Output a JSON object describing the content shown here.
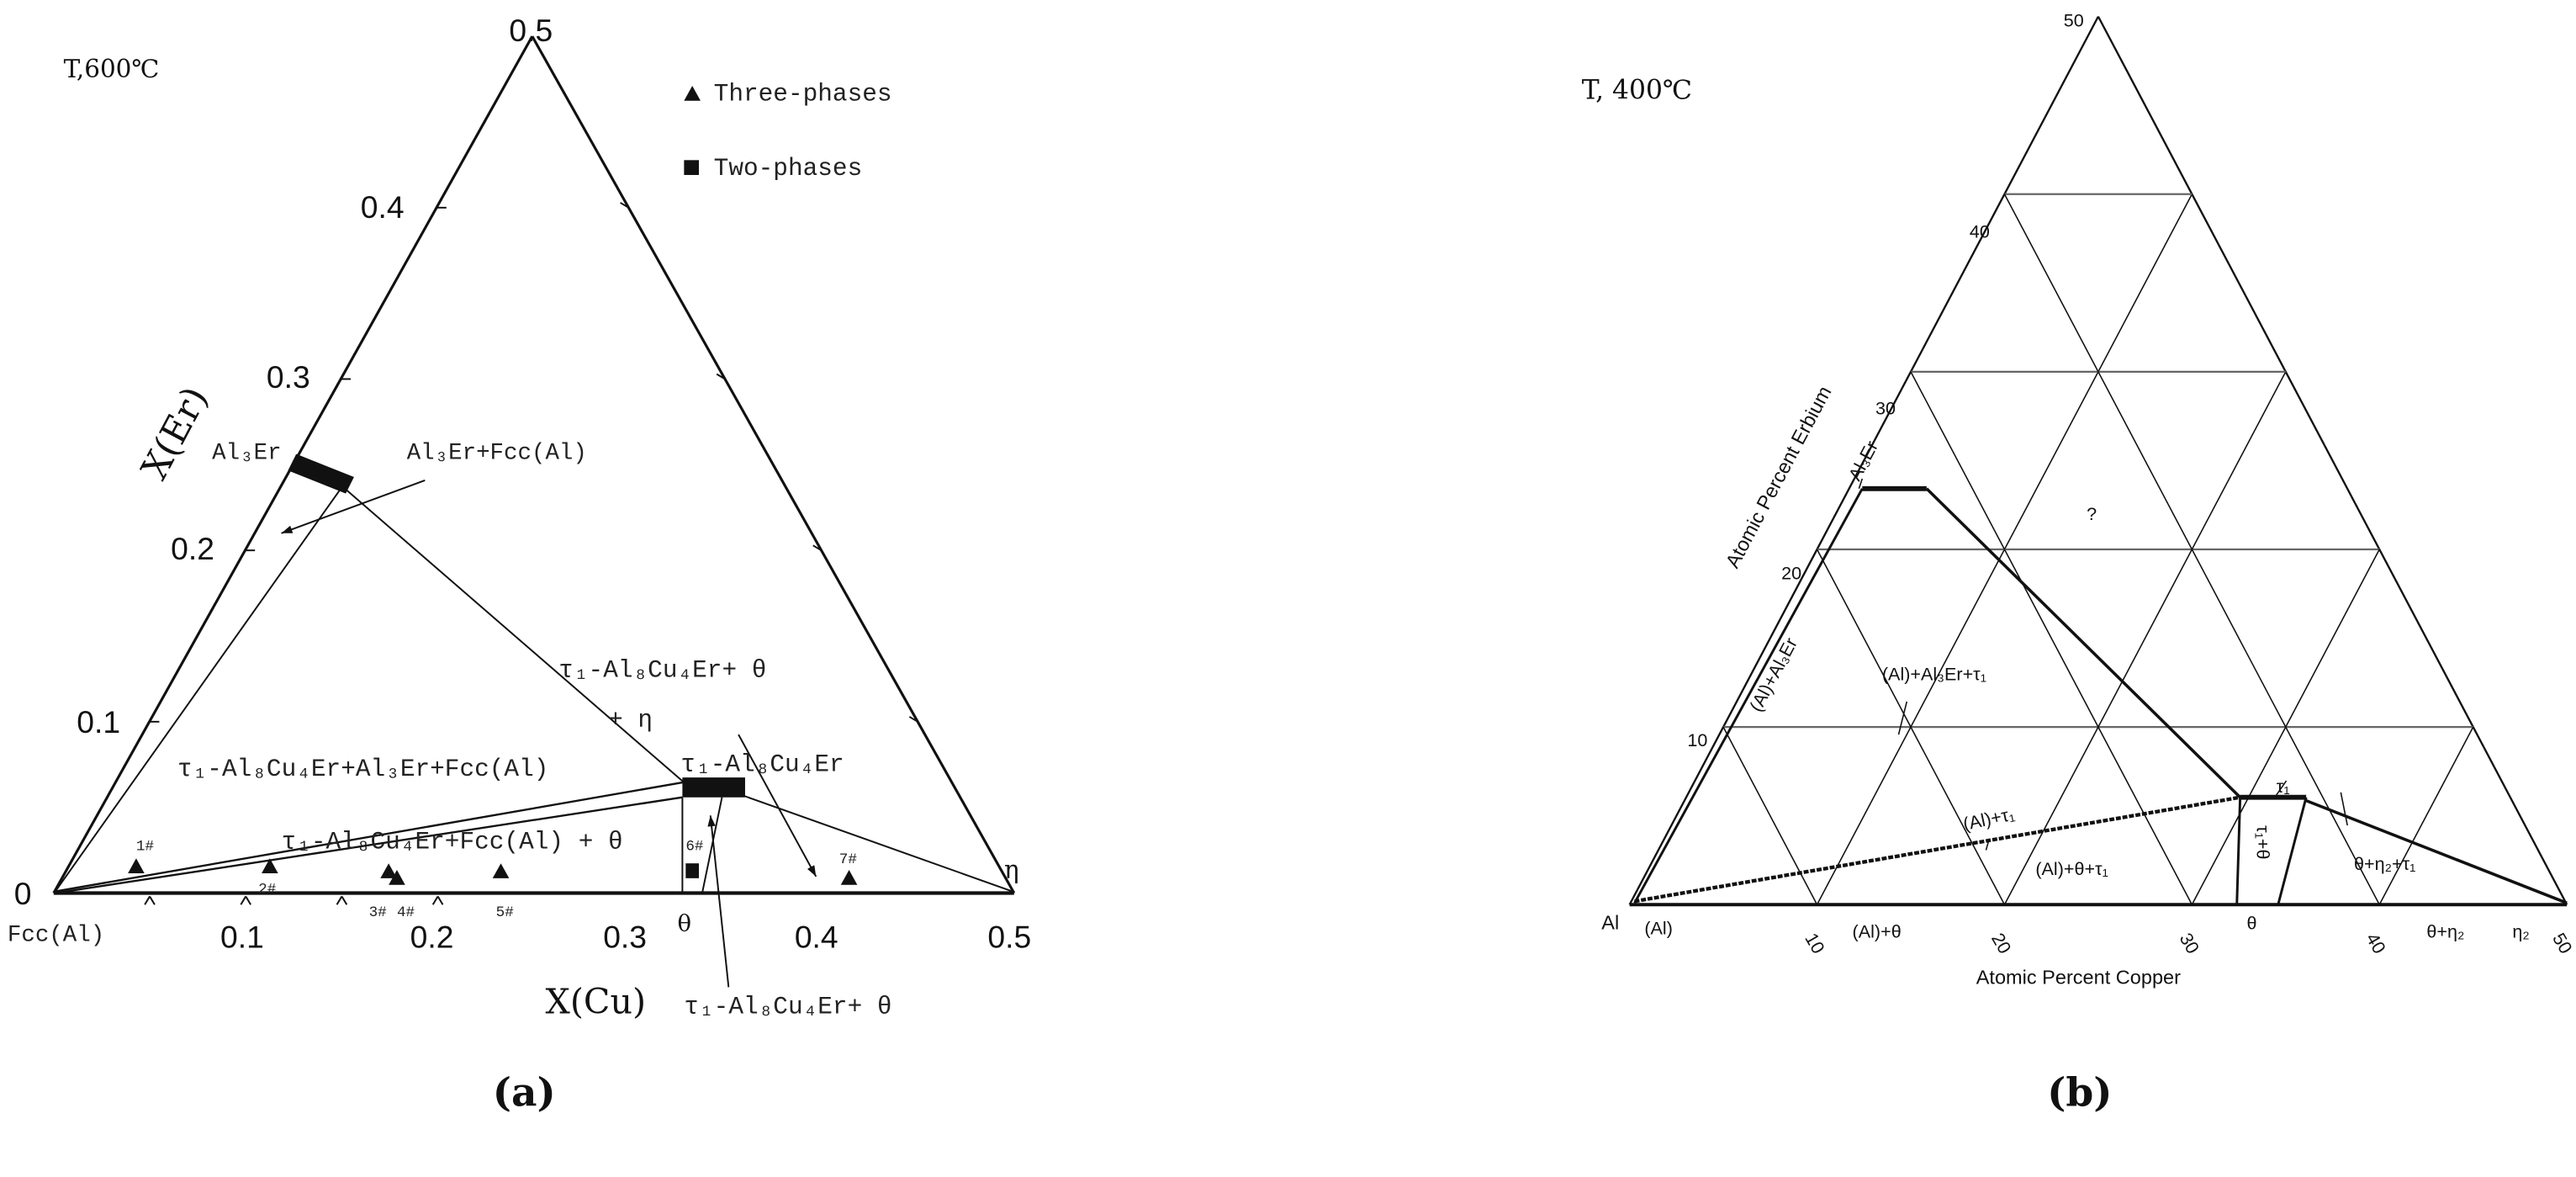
{
  "panel_a": {
    "caption": "(a)",
    "temperature": "T,600℃",
    "legend": [
      {
        "marker": "triangle",
        "label": "Three-phases"
      },
      {
        "marker": "square",
        "label": "Two-phases"
      }
    ],
    "axis_er": {
      "title": "X(Er)",
      "ticks": [
        "0",
        "0.1",
        "0.2",
        "0.3",
        "0.4",
        "0.5"
      ]
    },
    "axis_cu": {
      "title": "X(Cu)",
      "ticks": [
        "0.1",
        "0.2",
        "0.3",
        "0.4",
        "0.5"
      ]
    },
    "corner_labels": {
      "al": "Fcc(Al)",
      "eta": "η",
      "theta": "θ"
    },
    "phases": {
      "al3er": "Al₃Er",
      "tau1": "τ₁-Al₈Cu₄Er"
    },
    "regions": {
      "al3er_fcc": "Al₃Er+Fcc(Al)",
      "tau1_al3er_fcc": "τ₁-Al₈Cu₄Er+Al₃Er+Fcc(Al)",
      "tau1_fcc_theta": "τ₁-Al₈Cu₄Er+Fcc(Al) + θ",
      "tau1_theta_eta_1": "τ₁-Al₈Cu₄Er+ θ",
      "tau1_theta_eta_2": "+ η",
      "tau1_theta": "τ₁-Al₈Cu₄Er+ θ"
    },
    "samples": [
      {
        "label": "1#",
        "type": "triangle"
      },
      {
        "label": "2#",
        "type": "triangle"
      },
      {
        "label": "3#",
        "type": "triangle"
      },
      {
        "label": "4#",
        "type": "triangle"
      },
      {
        "label": "5#",
        "type": "triangle"
      },
      {
        "label": "6#",
        "type": "square"
      },
      {
        "label": "7#",
        "type": "triangle"
      }
    ]
  },
  "panel_b": {
    "caption": "(b)",
    "temperature": "T, 400℃",
    "axis_er": {
      "title": "Atomic Percent Erbium",
      "ticks": [
        "10",
        "20",
        "30",
        "40",
        "50"
      ]
    },
    "axis_cu": {
      "title": "Atomic Percent Copper",
      "ticks": [
        "10",
        "20",
        "30",
        "40",
        "50"
      ]
    },
    "labels": {
      "al": "Al",
      "al_phase": "(Al)",
      "al3er": "Al₃Er",
      "al_al3er": "(Al)+Al₃Er",
      "unknown": "?",
      "al_al3er_tau1": "(Al)+Al₃Er+τ₁",
      "al_tau1": "(Al)+τ₁",
      "al_theta_tau1": "(Al)+θ+τ₁",
      "tau1": "τ₁",
      "tau1_theta": "τ₁+θ",
      "theta_eta2_tau1": "θ+η₂+τ₁",
      "al_theta": "(Al)+θ",
      "theta": "θ",
      "theta_eta2": "θ+η₂",
      "eta2": "η₂"
    }
  }
}
